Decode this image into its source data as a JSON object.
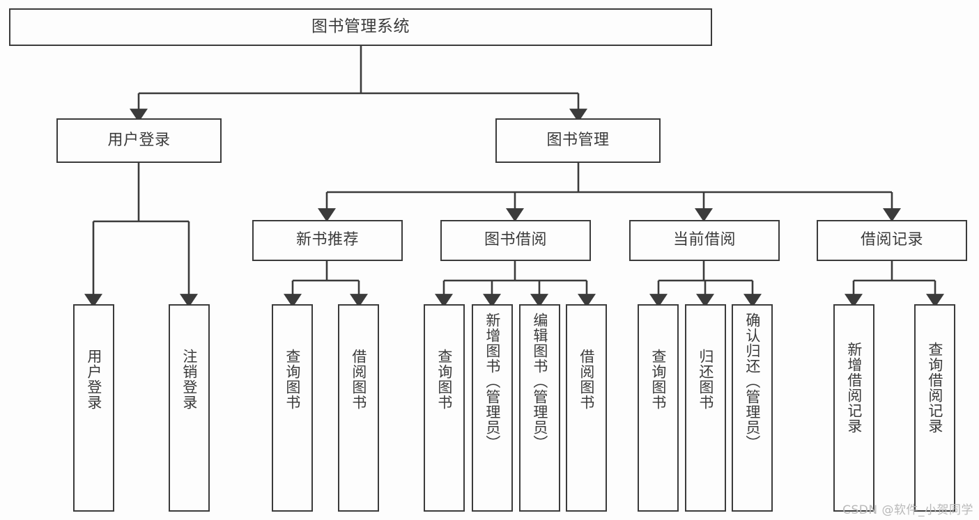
{
  "diagram": {
    "title": "图书管理系统",
    "type": "tree",
    "orientation": "top-down",
    "colors": {
      "background": "#fdfdfd",
      "line": "#3b3b3b",
      "box_fill": "#fdfdfd",
      "text": "#3a3a3a",
      "watermark": "#b9b9b9"
    },
    "watermark": "CSDN @软件_小贺同学",
    "nodes": {
      "root": {
        "label": "图书管理系统"
      },
      "level2": [
        {
          "id": "user-login",
          "label": "用户登录"
        },
        {
          "id": "book-manage",
          "label": "图书管理"
        }
      ],
      "level3": [
        {
          "id": "new-book-recommend",
          "label": "新书推荐"
        },
        {
          "id": "book-borrow",
          "label": "图书借阅"
        },
        {
          "id": "current-borrow",
          "label": "当前借阅"
        },
        {
          "id": "borrow-record",
          "label": "借阅记录"
        }
      ],
      "leaves": {
        "user-login": [
          {
            "id": "leaf-user-login",
            "label": "用户登录"
          },
          {
            "id": "leaf-logout-login",
            "label": "注销登录"
          }
        ],
        "new-book-recommend": [
          {
            "id": "leaf-query-book-1",
            "label": "查询图书"
          },
          {
            "id": "leaf-borrow-book-1",
            "label": "借阅图书"
          }
        ],
        "book-borrow": [
          {
            "id": "leaf-query-book-2",
            "label": "查询图书"
          },
          {
            "id": "leaf-add-book",
            "label": "新增图书（管理员）"
          },
          {
            "id": "leaf-edit-book",
            "label": "编辑图书（管理员）"
          },
          {
            "id": "leaf-borrow-book-2",
            "label": "借阅图书"
          }
        ],
        "current-borrow": [
          {
            "id": "leaf-query-book-3",
            "label": "查询图书"
          },
          {
            "id": "leaf-return-book",
            "label": "归还图书"
          },
          {
            "id": "leaf-confirm-return",
            "label": "确认归还（管理员）"
          }
        ],
        "borrow-record": [
          {
            "id": "leaf-add-record",
            "label": "新增借阅记录"
          },
          {
            "id": "leaf-query-record",
            "label": "查询借阅记录"
          }
        ]
      }
    }
  }
}
